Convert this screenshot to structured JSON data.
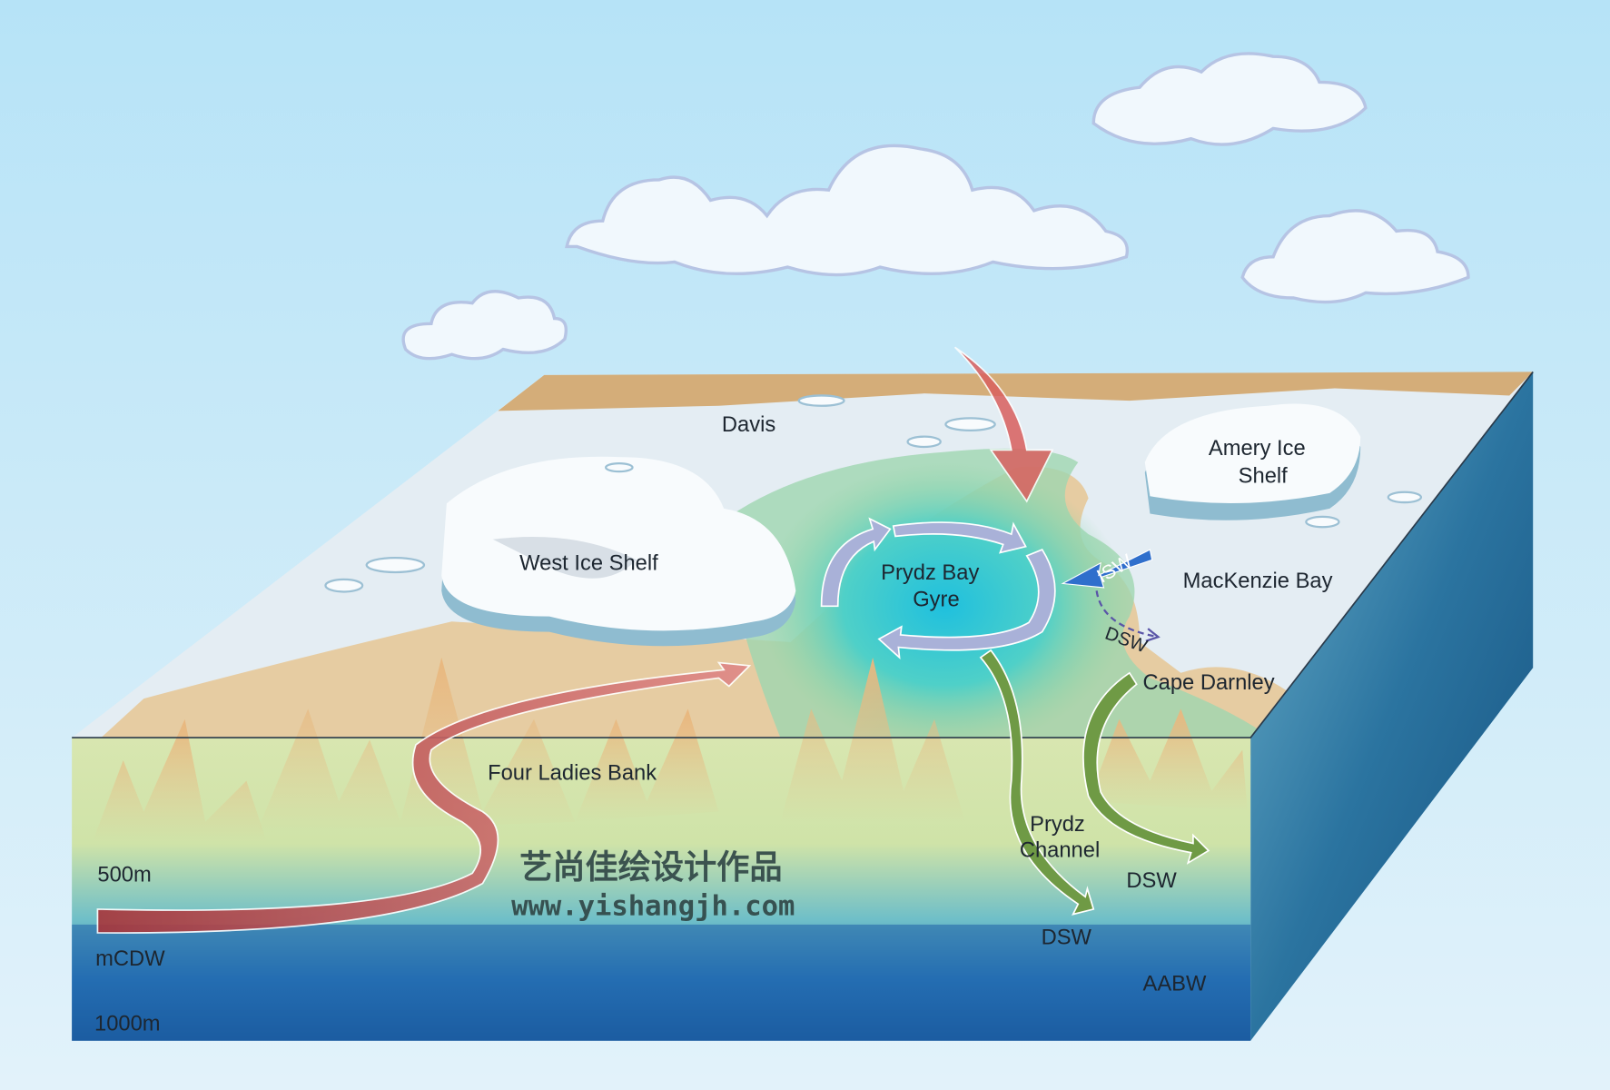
{
  "labels": {
    "davis": "Davis",
    "amery_line1": "Amery Ice",
    "amery_line2": "Shelf",
    "west_ice_shelf": "West Ice Shelf",
    "gyre_line1": "Prydz Bay",
    "gyre_line2": "Gyre",
    "isw": "ISW",
    "mackenzie_bay": "MacKenzie Bay",
    "dsw_dashed": "DSW",
    "cape_darnley": "Cape Darnley",
    "four_ladies_bank": "Four Ladies Bank",
    "channel_line1": "Prydz",
    "channel_line2": "Channel",
    "dsw_right": "DSW",
    "dsw_channel": "DSW",
    "aabw": "AABW",
    "depth_500": "500m",
    "mcdw": "mCDW",
    "depth_1000": "1000m"
  },
  "watermark": {
    "chinese": "艺尚佳绘设计作品",
    "url": "www.yishangjh.com"
  },
  "colors": {
    "sky_top": "#b6e3f7",
    "sky_bottom": "#dff1fa",
    "warm_arrow": "#d9605f",
    "gyre_arrow": "#aab3d8",
    "dsw_arrow": "#6f9a45",
    "isw_arrow": "#2f6fcc",
    "deep_water": "#1b5a9e"
  }
}
